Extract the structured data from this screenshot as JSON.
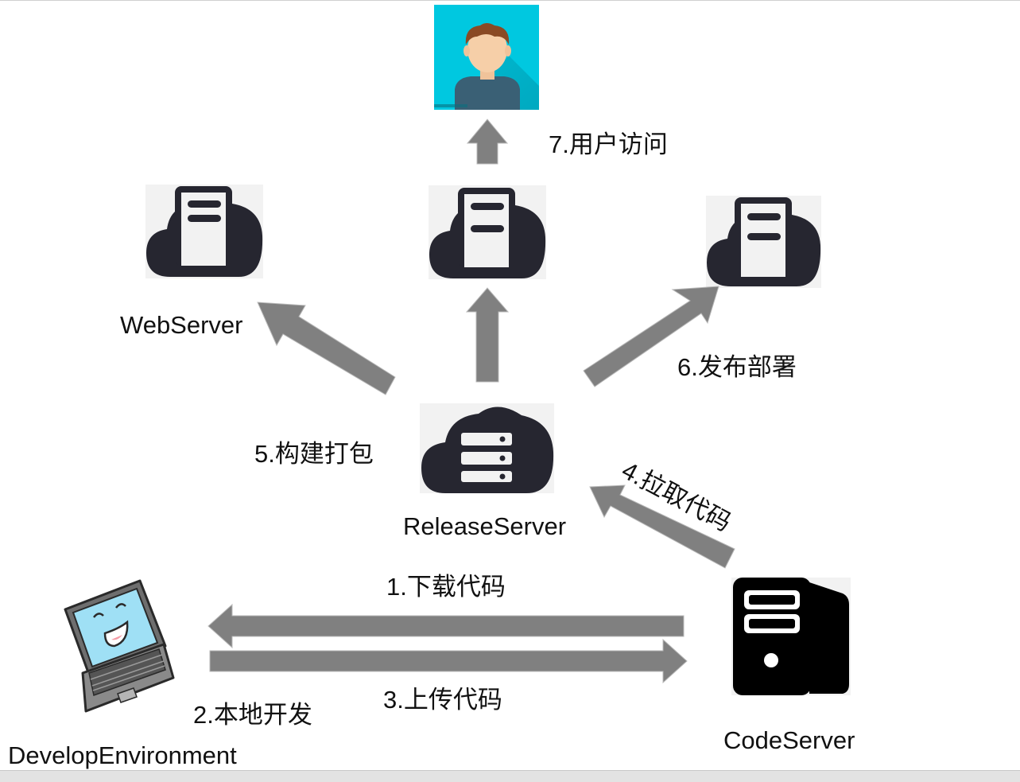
{
  "nodes": {
    "web_server": "WebServer",
    "release_server": "ReleaseServer",
    "code_server": "CodeServer",
    "develop_environment": "DevelopEnvironment"
  },
  "steps": {
    "download": "1.下载代码",
    "develop": "2.本地开发",
    "upload": "3.上传代码",
    "pull": "4.拉取代码",
    "build": "5.构建打包",
    "deploy": "6.发布部署",
    "access": "7.用户访问"
  },
  "colors": {
    "arrow": "#808080",
    "cloud": "#262630",
    "user_bg": "#00c8e0",
    "laptop_screen": "#9fe0f5"
  }
}
